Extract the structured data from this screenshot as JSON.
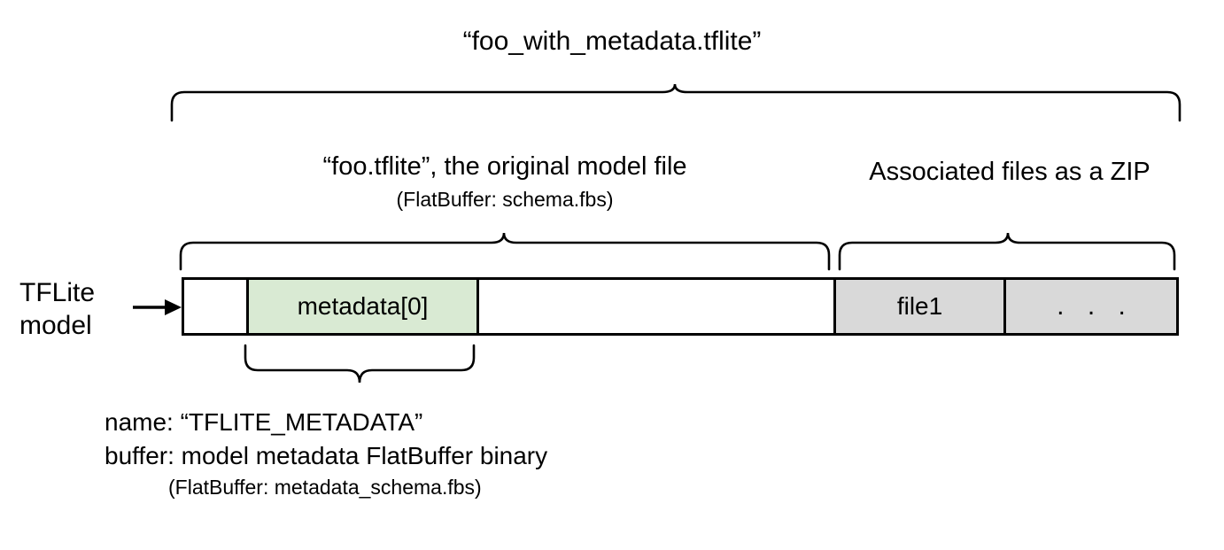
{
  "diagram": {
    "title": "“foo_with_metadata.tflite”",
    "side_label": "TFLite\nmodel",
    "side_label_line1": "TFLite",
    "side_label_line2": "model",
    "groups": [
      {
        "heading": "“foo.tflite”, the original model file",
        "subheading": "(FlatBuffer: schema.fbs)"
      },
      {
        "heading": "Associated files as a ZIP",
        "subheading": ""
      }
    ],
    "bar_segments": [
      {
        "label": "",
        "fill": "#ffffff",
        "name": "empty-left-segment"
      },
      {
        "label": "metadata[0]",
        "fill": "#d9ead3",
        "name": "metadata-segment"
      },
      {
        "label": "",
        "fill": "#ffffff",
        "name": "model-body-segment"
      },
      {
        "label": "file1",
        "fill": "#d9d9d9",
        "name": "file1-segment"
      },
      {
        "label": ". . .",
        "fill": "#d9d9d9",
        "name": "more-files-segment"
      }
    ],
    "metadata_note": {
      "line1": "name: “TFLITE_METADATA”",
      "line2": "buffer: model metadata FlatBuffer binary",
      "line3": "(FlatBuffer: metadata_schema.fbs)"
    },
    "colors": {
      "metadata_fill": "#d9ead3",
      "zip_fill": "#d9d9d9",
      "stroke": "#000000",
      "background": "#ffffff"
    }
  }
}
